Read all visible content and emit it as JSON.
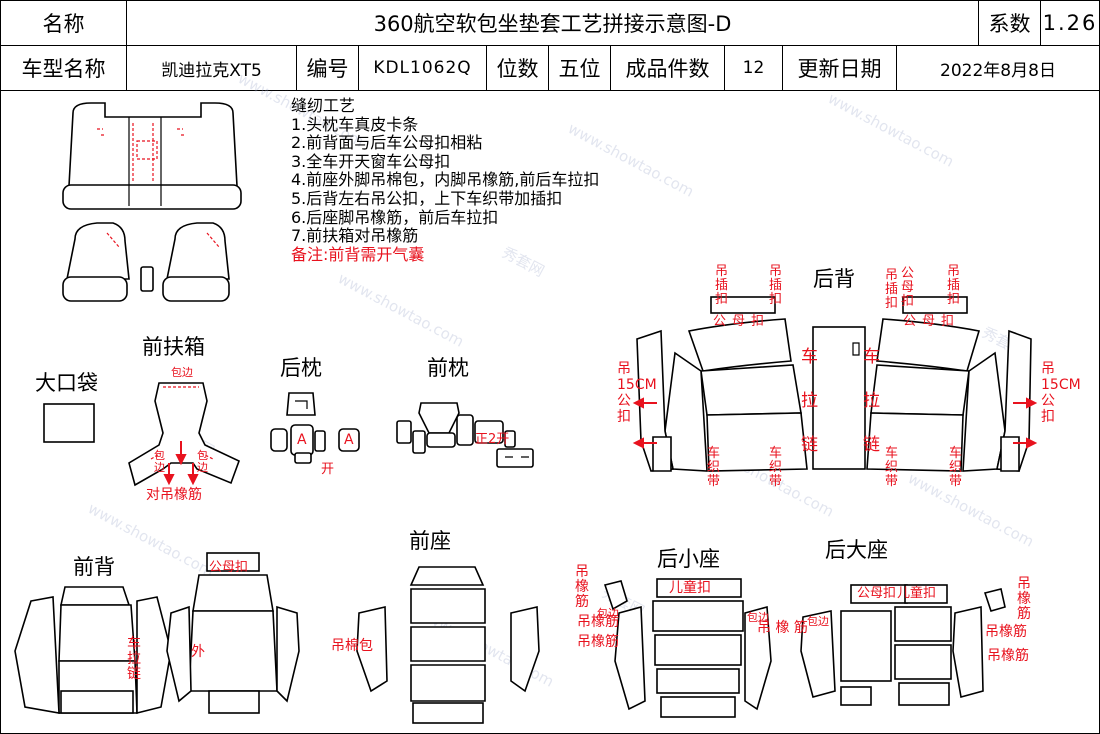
{
  "header": {
    "name_label": "名称",
    "title": "360航空软包坐垫套工艺拼接示意图-D",
    "coef_label": "系数",
    "coef_value": "1.26",
    "model_label": "车型名称",
    "model_value": "凯迪拉克XT5",
    "code_label": "编号",
    "code_value": "KDL1062Q",
    "seats_label": "位数",
    "seats_value": "五位",
    "pieces_label": "成品件数",
    "pieces_value": "12",
    "update_label": "更新日期",
    "update_value": "2022年8月8日"
  },
  "notes": {
    "title": "缝纫工艺",
    "items": [
      "1.头枕车真皮卡条",
      "2.前背面与后车公母扣相粘",
      "3.全车开天窗车公母扣",
      "4.前座外脚吊棉包，内脚吊橡筋,前后车拉扣",
      "5.后背左右吊公扣，上下车织带加插扣",
      "6.后座脚吊橡筋，前后车拉扣",
      "7.前扶箱对吊橡筋"
    ],
    "remark": "备注:前背需开气囊"
  },
  "sections": {
    "front_armrest": "前扶箱",
    "big_pocket": "大口袋",
    "rear_headrest": "后枕",
    "front_headrest": "前枕",
    "rear_back": "后背",
    "front_back": "前背",
    "front_seat": "前座",
    "rear_small_seat": "后小座",
    "rear_big_seat": "后大座"
  },
  "annotations": {
    "hang_buckle": "吊插扣",
    "male_female": "公母扣",
    "hang_15cm": "吊15CM公扣",
    "zipper": "车拉链",
    "webbing": "车织带",
    "armrest_edge": "包边",
    "armrest_rubber": "对吊橡筋",
    "headrest_a": "A",
    "headrest_open": "开",
    "front_headrest_open": "正2开",
    "front_back_zip": "车拉链",
    "front_back_out": "外",
    "front_back_mf": "公母扣",
    "front_seat_cotton": "吊棉包",
    "child_buckle": "儿童扣",
    "rubber_band": "吊橡筋",
    "rubber_band_sp": "吊 橡 筋",
    "rear_big_mf": "公母扣"
  },
  "watermark": {
    "site": "www.showtao.com",
    "brand": "秀套网"
  },
  "colors": {
    "accent_red": "#e8121e",
    "line": "#000000"
  }
}
